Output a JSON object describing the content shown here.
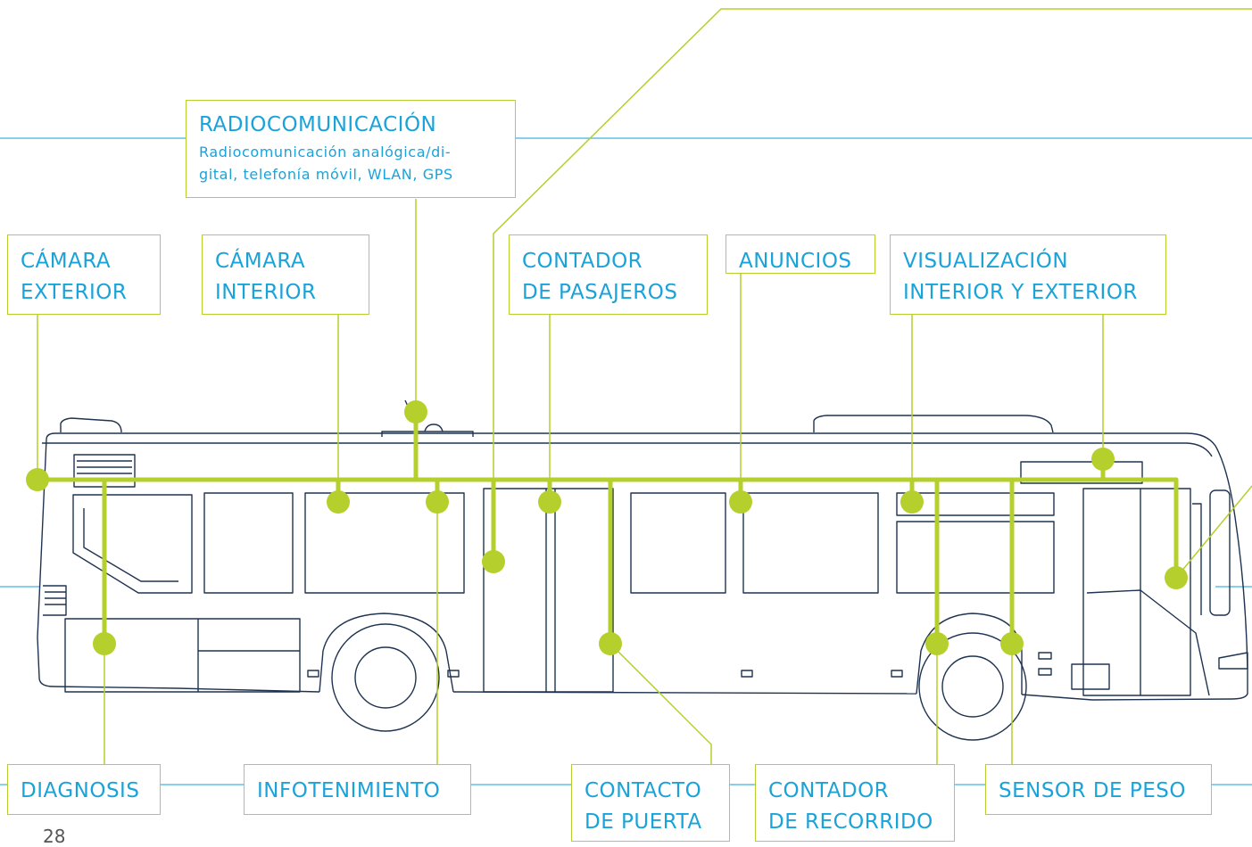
{
  "colors": {
    "accent_green": "#b5cf2c",
    "label_blue": "#1aa3d9",
    "outline_navy": "#1f3350",
    "guide_blue": "#3db4e0"
  },
  "labels": {
    "radiocomunicacion": {
      "title": "RADIOCOMUNICACIÓN",
      "line1": "Radiocomunicación analógica/di-",
      "line2": "gital, telefonía móvil, WLAN, GPS"
    },
    "camara_exterior": {
      "line1": "CÁMARA",
      "line2": "EXTERIOR"
    },
    "camara_interior": {
      "line1": "CÁMARA",
      "line2": "INTERIOR"
    },
    "contador_pasajeros": {
      "line1": "CONTADOR",
      "line2": "DE PASAJEROS"
    },
    "anuncios": {
      "line1": "ANUNCIOS"
    },
    "visualizacion": {
      "line1": "VISUALIZACIÓN",
      "line2": "INTERIOR Y EXTERIOR"
    },
    "diagnosis": {
      "line1": "DIAGNOSIS"
    },
    "infotenimiento": {
      "line1": "INFOTENIMIENTO"
    },
    "contacto_puerta": {
      "line1": "CONTACTO",
      "line2": "DE PUERTA"
    },
    "contador_recorrido": {
      "line1": "CONTADOR",
      "line2": "DE RECORRIDO"
    },
    "sensor_peso": {
      "line1": "SENSOR DE PESO"
    }
  },
  "page_number": "28"
}
